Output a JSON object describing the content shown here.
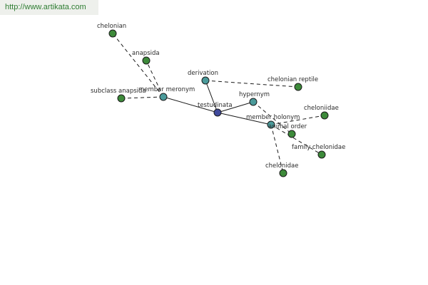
{
  "header": {
    "url": "http://www.artikata.com"
  },
  "graph": {
    "center": "testudinata",
    "relations": [
      {
        "id": "member_meronym",
        "label": "member meronym",
        "leaves": [
          "subclass anapsida",
          "anapsida",
          "chelonian"
        ]
      },
      {
        "id": "derivation",
        "label": "derivation",
        "leaves": [
          "chelonian reptile"
        ]
      },
      {
        "id": "hypernym",
        "label": "hypernym",
        "leaves": [
          "animal order"
        ]
      },
      {
        "id": "member_holonym",
        "label": "member holonym",
        "leaves": [
          "chelonidae",
          "family chelonidae",
          "cheloniidae"
        ]
      }
    ]
  },
  "colors": {
    "center_node": "#404a9c",
    "relation_node": "#4a9a9a",
    "leaf_node": "#3d8a3a",
    "edge": "#1a1a1a",
    "header_text": "#2e7d32"
  }
}
